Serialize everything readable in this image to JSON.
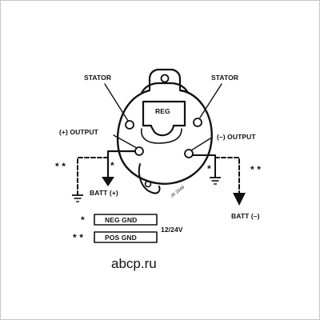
{
  "diagram": {
    "labels": {
      "stator_left": "STATOR",
      "stator_right": "STATOR",
      "reg": "REG",
      "output_pos": "(+) OUTPUT",
      "output_neg": "(–) OUTPUT",
      "batt_pos": "BATT (+)",
      "batt_neg": "BATT (–)",
      "part_code": "JK 2049"
    },
    "markers": {
      "left_single": "*",
      "left_double": "* *",
      "right_single": "*",
      "right_double": "* *"
    },
    "legend": {
      "items": [
        {
          "marker": "*",
          "label": "NEG GND"
        },
        {
          "marker": "* *",
          "label": "POS GND"
        }
      ],
      "voltage": "12/24V"
    }
  },
  "watermark": "abcp.ru",
  "colors": {
    "ink": "#111111",
    "watermark": "#a6a6a6",
    "frame": "#c8c8c8"
  }
}
